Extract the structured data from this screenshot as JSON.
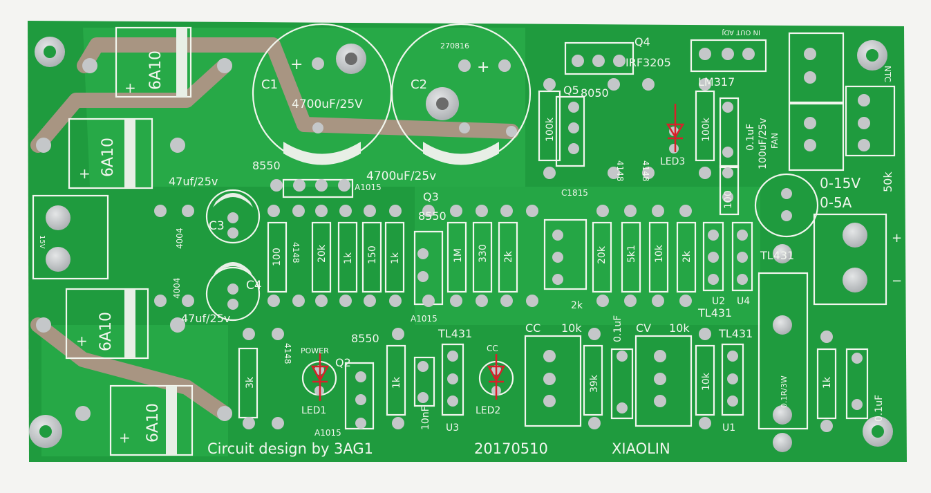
{
  "board": {
    "credit": "Circuit design by 3AG1",
    "date": "20170510",
    "author": "XIAOLIN"
  },
  "labels": {
    "rectifier_diode": "6A10",
    "bulk_cap_c1": "C1",
    "bulk_cap_c2": "C2",
    "bulk_cap_value": "4700uF/25V",
    "bulk_cap_value_lower": "4700uF/25v",
    "cap_code": "270816",
    "small_cap_value": "47uf/25v",
    "c3": "C3",
    "c4": "C4",
    "q4": "Q4",
    "q4_part": "IRF3205",
    "reg_pins": "IN OUT ADJ",
    "regulator": "LM317",
    "q5": "Q5",
    "q5_part": "8050",
    "led3": "LED3",
    "c1815": "C1815",
    "q3": "Q3",
    "pnp": "8550",
    "a1015": "A1015",
    "d4148": "4148",
    "d4004": "4004",
    "input_voltage": "15V",
    "ntc": "NTC",
    "fan": "FAN",
    "fan_cap": "100uF/25v",
    "cap_01uf": "0.1uF",
    "range_v": "0-15V",
    "range_a": "0-5A",
    "pot_50k": "50k",
    "tl431": "TL431",
    "u1": "U1",
    "u2": "U2",
    "u3": "U3",
    "u4": "U4",
    "cc": "CC",
    "cv": "CV",
    "pot_10k": "10k",
    "power": "POWER",
    "q2": "Q2",
    "led1": "LED1",
    "led2": "LED2",
    "cap_10nf": "10nF",
    "shunt": "0.1R/3W",
    "r_100k": "100k",
    "r_100": "100",
    "r_20k": "20k",
    "r_1k": "1k",
    "r_150": "150",
    "r_1m": "1M",
    "r_330": "330",
    "r_2k": "2k",
    "r_5k1": "5k1",
    "r_10k": "10k",
    "r_3k": "3k",
    "r_39k": "39k",
    "plus": "+",
    "minus": "−"
  },
  "colors": {
    "background": "#f4f4f2",
    "board": "#1f9b3e",
    "copper_area": "#27a947",
    "pad": "#c4c7c9",
    "silkscreen": "#f2f6ee",
    "bare_copper": "#a89582",
    "red_marks": "#d8202a"
  }
}
